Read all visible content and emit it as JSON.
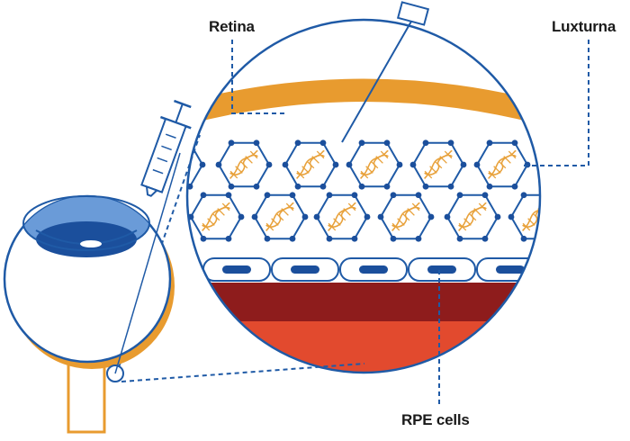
{
  "labels": {
    "retina": "Retina",
    "luxturna": "Luxturna",
    "rpe_cells": "RPE cells"
  },
  "colors": {
    "outline_blue": "#1f5aa6",
    "dark_blue": "#1b4f9c",
    "light_blue": "#6a9bd8",
    "orange": "#e89b2f",
    "dark_red": "#8e1c1c",
    "red_orange": "#e24a2e",
    "dna_orange": "#e8a23c"
  },
  "icons": {
    "syringe": "syringe-icon",
    "eye": "eyeball-icon",
    "vector": "aav-vector-icon",
    "dna": "dna-helix-icon"
  }
}
